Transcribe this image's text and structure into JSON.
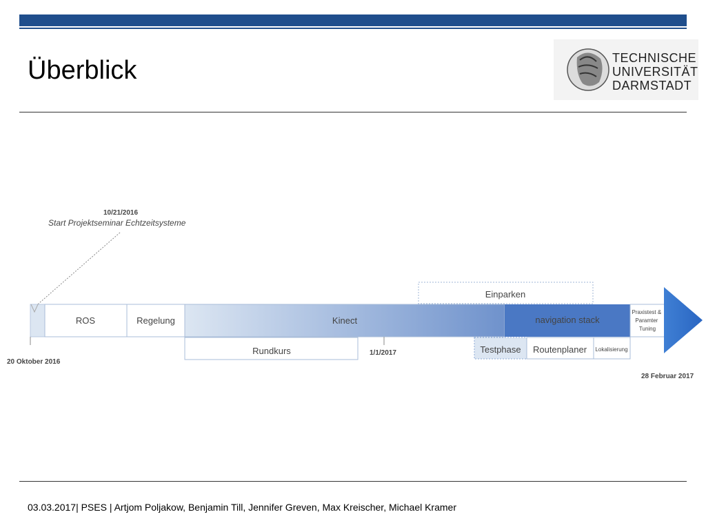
{
  "slide": {
    "title": "Überblick",
    "logo": {
      "name": "TU Darmstadt logo",
      "lines": [
        "TECHNISCHE",
        "UNIVERSITÄT",
        "DARMSTADT"
      ]
    },
    "footer": "03.03.2017| PSES | Artjom Poljakow, Benjamin Till, Jennifer Greven, Max Kreischer, Michael Kramer"
  },
  "timeline": {
    "start_label": "20 Oktober 2016",
    "end_label": "28 Februar 2017",
    "midpoint_label": "1/1/2017",
    "milestone": {
      "date": "10/21/2016",
      "text": "Start Projektseminar Echtzeitsysteme"
    },
    "phases": {
      "ros": "ROS",
      "regelung": "Regelung",
      "kinect": "Kinect",
      "navigation_stack": "navigation stack",
      "praxistest": [
        "Praxistest &",
        "Paramter",
        "Tuning"
      ]
    },
    "above": {
      "einparken": "Einparken"
    },
    "below": {
      "rundkurs": "Rundkurs",
      "testphase": "Testphase",
      "routenplaner": "Routenplaner",
      "lokalisierung": "Lokalisierung"
    },
    "colors": {
      "bar_light": "#dce6f2",
      "bar_mid": "#8eaad6",
      "bar_dark": "#3f6fbf",
      "arrow": "#2f6fc8",
      "border": "#a8bcd8"
    }
  }
}
